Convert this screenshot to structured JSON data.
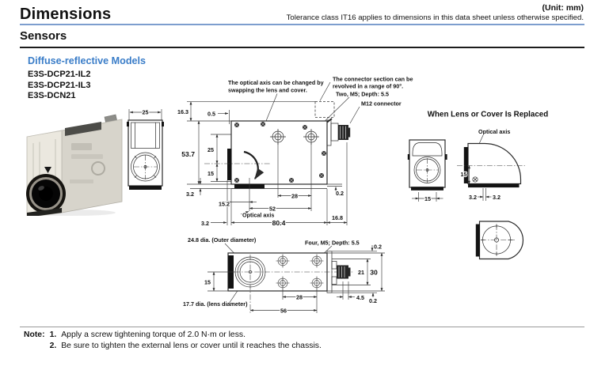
{
  "header": {
    "title": "Dimensions",
    "unit": "(Unit: mm)",
    "tolerance": "Tolerance class IT16 applies to dimensions in this data sheet unless otherwise specified.",
    "section": "Sensors"
  },
  "models": {
    "heading": "Diffuse-reflective Models",
    "items": [
      "E3S-DCP21-IL2",
      "E3S-DCP21-IL3",
      "E3S-DCN21"
    ]
  },
  "ann": {
    "note1a": "The optical axis can be changed by",
    "note1b": "swapping the lens and cover.",
    "note2a": "The connector section can be",
    "note2b": "revolved in a range of 90°.",
    "two_m5": "Two, M5; Depth: 5.5",
    "m12": "M12 connector",
    "four_m5": "Four, M5; Depth: 5.5",
    "outer_dia": "24.8 dia. (Outer diameter)",
    "lens_dia": "17.7 dia. (lens diameter)",
    "optical_axis": "Optical axis",
    "when_replaced": "When Lens or Cover Is Replaced"
  },
  "front_view": {
    "width": "25"
  },
  "side": {
    "d16_3": "16.3",
    "d0_5": "0.5",
    "d53_7": "53.7",
    "d25": "25",
    "d15": "15",
    "d3_2v": "3.2",
    "d15_2": "15.2",
    "d52": "52",
    "d28": "28",
    "d0_2": "0.2",
    "d3_2h": "3.2",
    "d80_4": "80.4",
    "d16_8": "16.8"
  },
  "bottom": {
    "d0_2t": "0.2",
    "d21": "21",
    "d30": "30",
    "d15": "15",
    "d28": "28",
    "d56": "56",
    "d4_5": "4.5",
    "d0_2b": "0.2"
  },
  "repl": {
    "front15": "15",
    "side15": "15",
    "d3_2a": "3.2",
    "d3_2b": "3.2"
  },
  "notes": {
    "label": "Note:",
    "n1": "1.",
    "t1": "Apply a screw tightening torque of 2.0 N·m or less.",
    "n2": "2.",
    "t2": "Be sure to tighten the external lens or cover until it reaches the chassis."
  },
  "colors": {
    "accent_blue": "#3a7dc8",
    "rule_blue": "#7d9ece"
  }
}
